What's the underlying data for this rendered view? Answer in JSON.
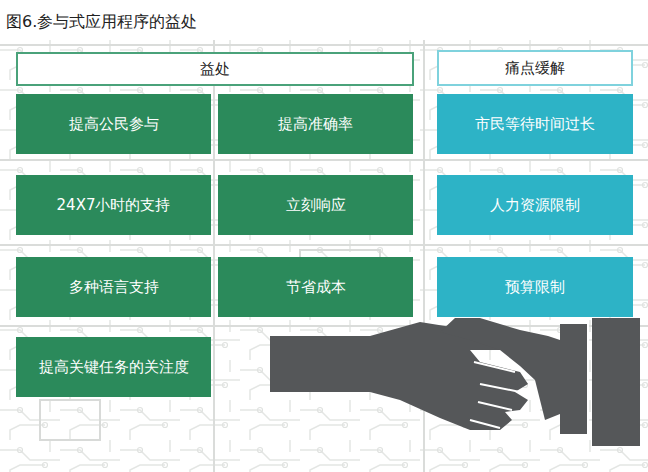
{
  "diagram": {
    "title": "图6.参与式应用程序的益处",
    "nodes": [
      {
        "text": [
          "益处"
        ]
      },
      {
        "text": [
          "痛点缓解"
        ]
      },
      {
        "text": [
          "提高公民参与"
        ]
      },
      {
        "text": [
          "提高准确率"
        ]
      },
      {
        "text": [
          "市民等待时间过长"
        ]
      },
      {
        "text": [
          "24X7小时的支持"
        ]
      },
      {
        "text": [
          "立刻响应"
        ]
      },
      {
        "text": [
          "人力资源限制"
        ]
      },
      {
        "text": [
          "多种语言支持"
        ]
      },
      {
        "text": [
          "节省成本"
        ]
      },
      {
        "text": [
          "预算限制"
        ]
      },
      {
        "text": [
          "提高关键任务的关注度"
        ]
      }
    ]
  }
}
